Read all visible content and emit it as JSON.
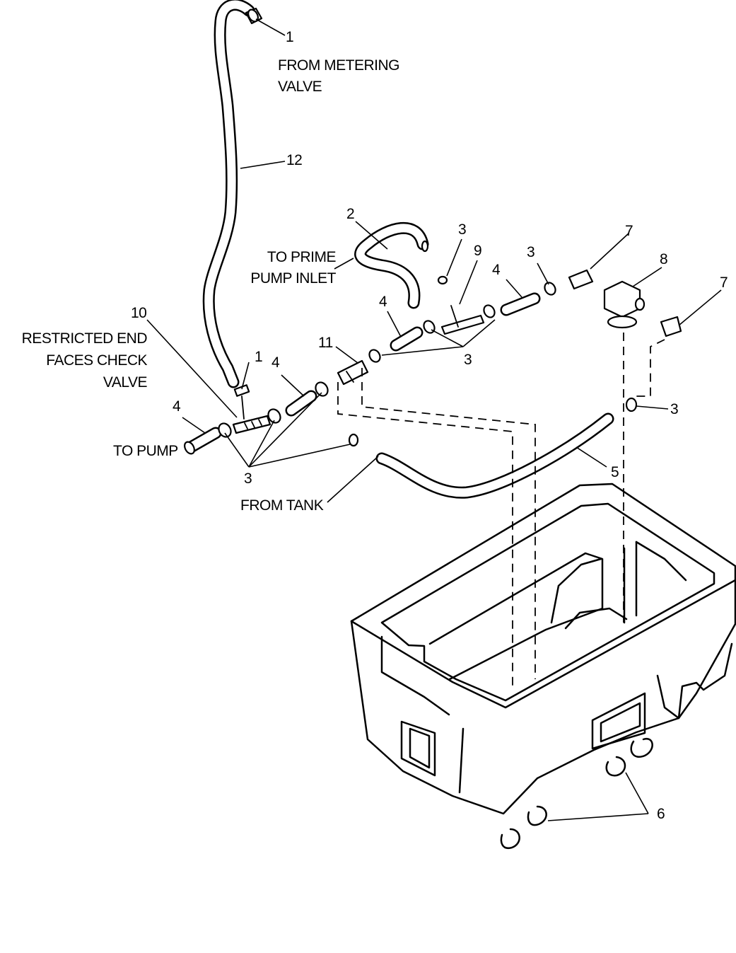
{
  "labels": {
    "from_metering_valve_num": "1",
    "from_metering_valve_line1": "FROM METERING",
    "from_metering_valve_line2": "VALVE",
    "hose_12": "12",
    "hose_2": "2",
    "to_prime_line1": "TO PRIME",
    "to_prime_line2": "PUMP INLET",
    "clamp_3_top": "3",
    "fitting_9": "9",
    "hose_4_right": "4",
    "clamp_3_right": "3",
    "elbow_7_top": "7",
    "valve_8": "8",
    "elbow_7_right": "7",
    "hose_4_mid": "4",
    "check_valve_11": "11",
    "clamps_3_center": "3",
    "restrictor_10": "10",
    "restricted_line1": "RESTRICTED END",
    "restricted_line2": "FACES CHECK",
    "restricted_line3": "VALVE",
    "tee_1": "1",
    "hose_4_left": "4",
    "hose_4_pump": "4",
    "to_pump": "TO PUMP",
    "clamps_3_bottom": "3",
    "from_tank": "FROM TANK",
    "hose_5": "5",
    "clamp_3_far_right": "3",
    "clips_6": "6"
  }
}
